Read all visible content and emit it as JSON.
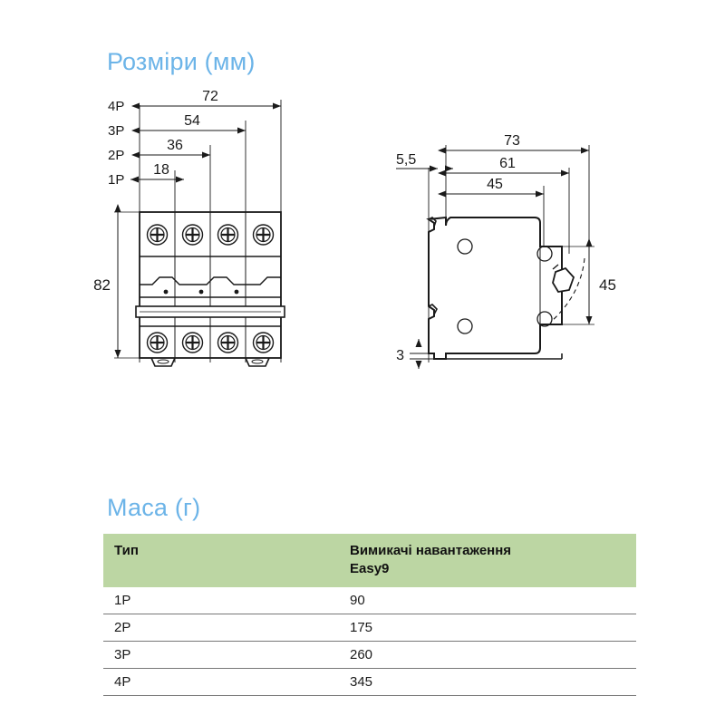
{
  "sections": {
    "dimensions_title": "Розміри (мм)",
    "mass_title": "Маса (г)"
  },
  "front_view": {
    "pole_labels": [
      "4P",
      "3P",
      "2P",
      "1P"
    ],
    "width_dims": [
      "72",
      "54",
      "36",
      "18"
    ],
    "height_dim": "82",
    "pole_count": 4
  },
  "side_view": {
    "depth_dims": [
      "73",
      "61",
      "45"
    ],
    "front_offset_dim": "5,5",
    "foot_dim": "3",
    "lever_height_dim": "45"
  },
  "mass_table": {
    "columns": [
      "Тип",
      "Вимикачі навантаження",
      "Easy9"
    ],
    "header_type": "Тип",
    "header_product_line1": "Вимикачі навантаження",
    "header_product_line2": "Easy9",
    "rows": [
      {
        "type": "1P",
        "mass": "90"
      },
      {
        "type": "2P",
        "mass": "175"
      },
      {
        "type": "3P",
        "mass": "260"
      },
      {
        "type": "4P",
        "mass": "345"
      }
    ]
  },
  "colors": {
    "heading_blue": "#6cb4e8",
    "table_header_green": "#bcd6a3",
    "line_black": "#1a1a1a"
  }
}
